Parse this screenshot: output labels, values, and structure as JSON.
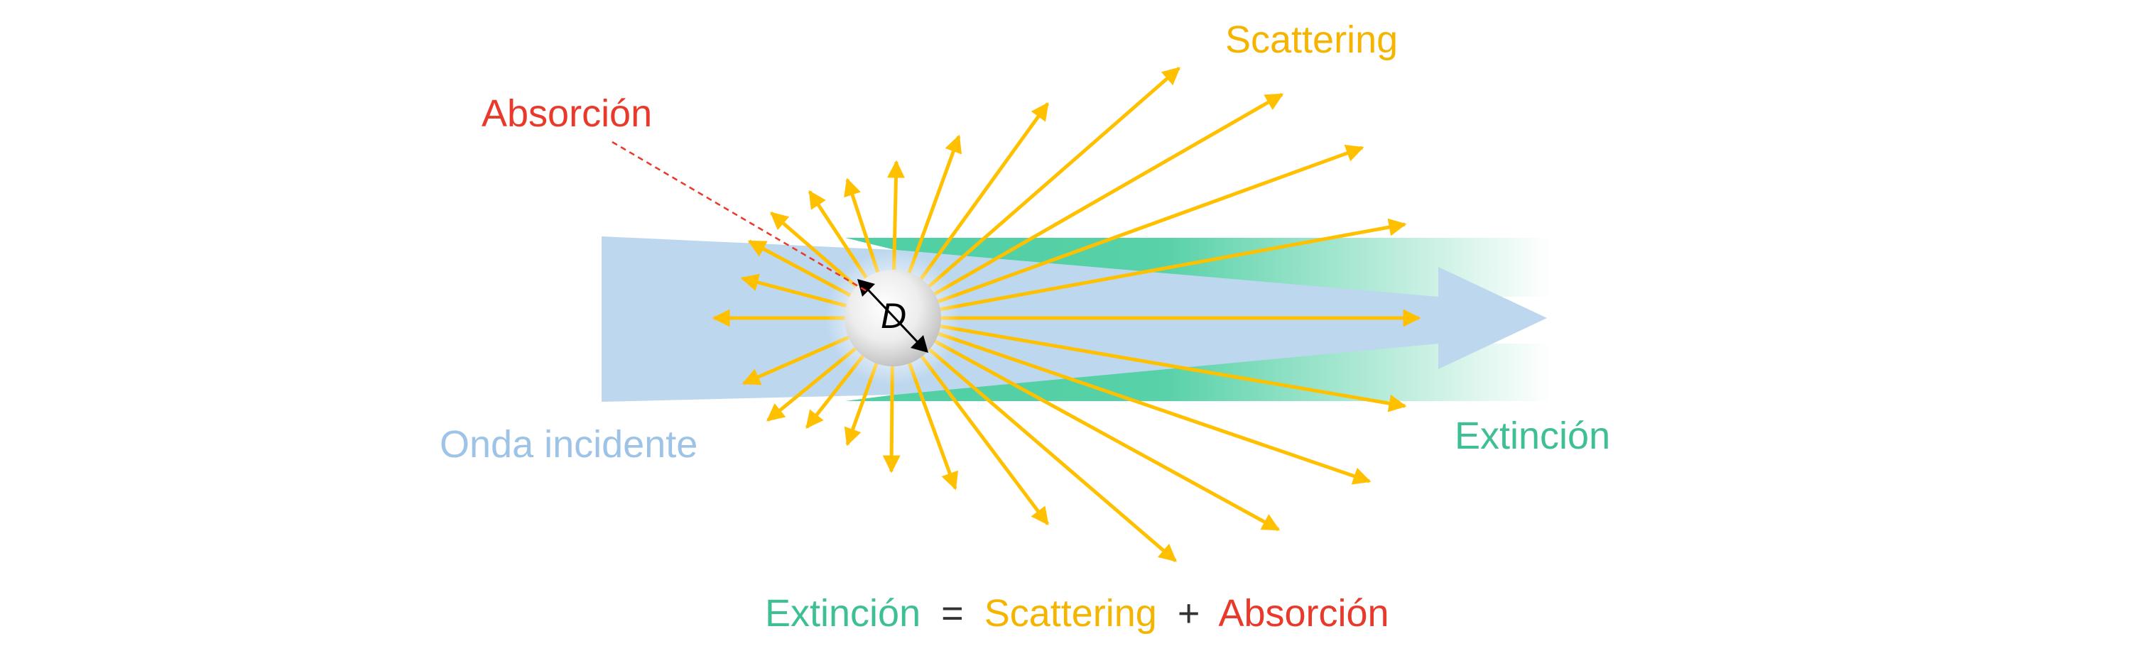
{
  "labels": {
    "scattering": "Scattering",
    "absorcion": "Absorción",
    "onda_incidente": "Onda incidente",
    "extincion": "Extinción",
    "diameter": "D"
  },
  "equation": {
    "extincion": "Extinción",
    "equals": "=",
    "scattering": "Scattering",
    "plus": "+",
    "absorcion": "Absorción"
  },
  "colors": {
    "incident_wave": "#bdd7ee",
    "extinction": "#4fcfa3",
    "scattering": "#ffc000",
    "absorption": "#e8392b",
    "incident_text": "#9dc3e6",
    "extinction_text": "#3fbf94",
    "scattering_text": "#f5b400",
    "equation_operator": "#333333",
    "particle": "#e8e8e8",
    "dimension_arrow": "#000000"
  }
}
